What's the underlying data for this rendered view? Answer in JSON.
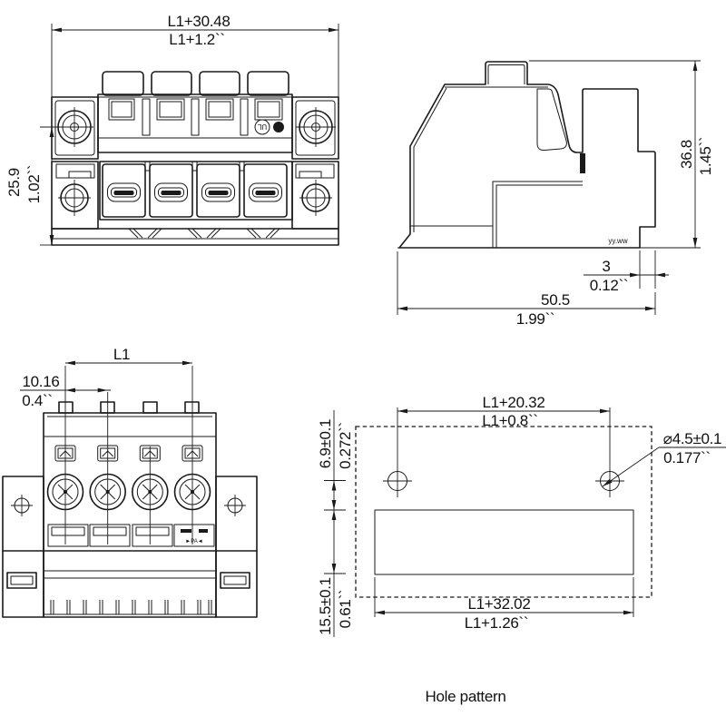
{
  "caption": "Hole pattern",
  "front_view": {
    "dim_width_mm": "L1+30.48",
    "dim_width_in": "L1+1.2``",
    "dim_height_mm": "25.9",
    "dim_height_in": "1.02``",
    "ul_mark": "UL"
  },
  "side_view": {
    "dim_height_mm": "36.8",
    "dim_height_in": "1.45``",
    "dim_offset_mm": "3",
    "dim_offset_in": "0.12``",
    "dim_depth_mm": "50.5",
    "dim_depth_in": "1.99``",
    "date_code": "yy.ww"
  },
  "plug_view": {
    "dim_span": "L1",
    "dim_pitch_mm": "10.16",
    "dim_pitch_in": "0.4``",
    "material_mark": "►PA◄"
  },
  "hole_pattern": {
    "dim_pitch_mm": "L1+20.32",
    "dim_pitch_in": "L1+0.8``",
    "dim_top_mm": "6.9±0.1",
    "dim_top_in": "0.272``",
    "dim_dia_mm": "⌀4.5±0.1",
    "dim_dia_in": "0.177``",
    "dim_cut_mm": "15.5±0.1",
    "dim_cut_in": "0.61``",
    "dim_width_mm": "L1+32.02",
    "dim_width_in": "L1+1.26``"
  }
}
